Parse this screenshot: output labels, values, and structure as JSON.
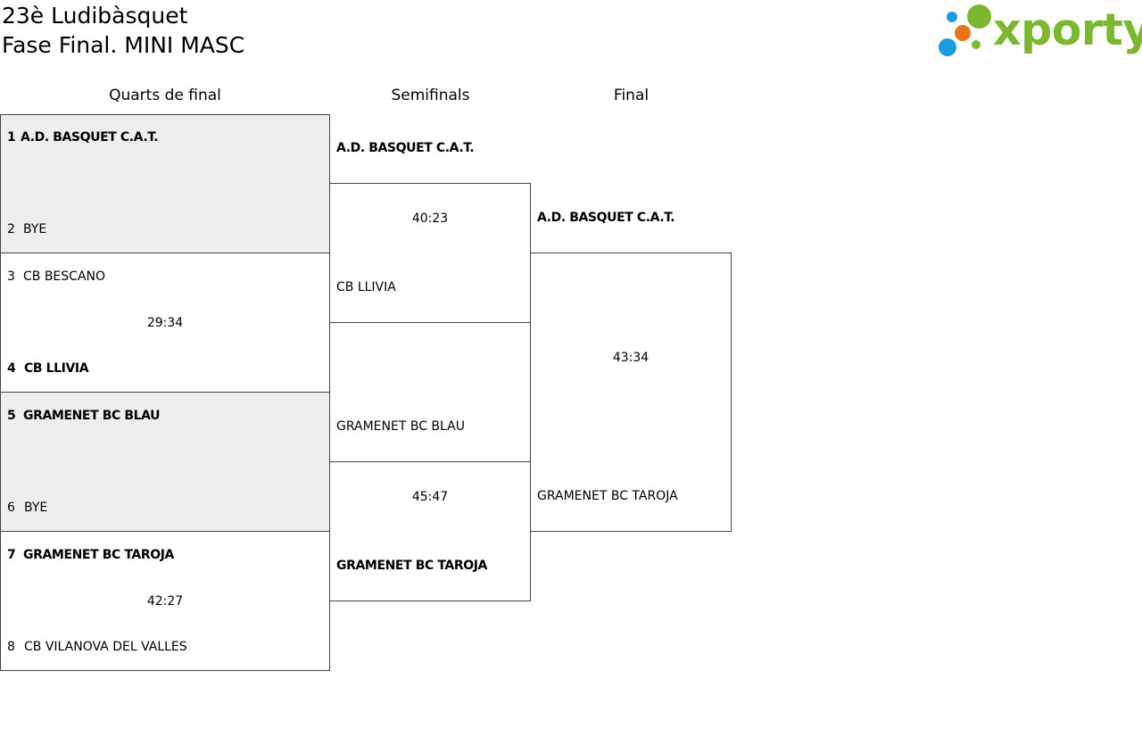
{
  "header": {
    "title_line1": "23è Ludibàsquet",
    "title_line2": "Fase Final. MINI MASC",
    "logo_text": "xporty",
    "logo_colors": {
      "dot1": "#1a9de0",
      "dot2": "#7cb82f",
      "dot3": "#e8761e",
      "dot4": "#1a9de0",
      "dot5": "#7cb82f",
      "text": "#7cb82f"
    }
  },
  "rounds": {
    "quarters": "Quarts de final",
    "semis": "Semifinals",
    "final": "Final"
  },
  "quarterfinals": [
    {
      "team1": {
        "seed": "1",
        "name": "A.D. BASQUET C.A.T."
      },
      "team2": {
        "seed": "2",
        "name": "BYE"
      },
      "score": ""
    },
    {
      "team1": {
        "seed": "3",
        "name": "CB BESCANO"
      },
      "team2": {
        "seed": "4",
        "name": "CB LLIVIA"
      },
      "score": "29:34"
    },
    {
      "team1": {
        "seed": "5",
        "name": "GRAMENET BC BLAU"
      },
      "team2": {
        "seed": "6",
        "name": "BYE"
      },
      "score": ""
    },
    {
      "team1": {
        "seed": "7",
        "name": "GRAMENET BC TAROJA"
      },
      "team2": {
        "seed": "8",
        "name": "CB VILANOVA DEL VALLES"
      },
      "score": "42:27"
    }
  ],
  "semifinals": [
    {
      "team1": "A.D. BASQUET C.A.T.",
      "team2": "CB LLIVIA",
      "score": "40:23"
    },
    {
      "team1": "GRAMENET BC BLAU",
      "team2": "GRAMENET BC TAROJA",
      "score": "45:47"
    }
  ],
  "final": {
    "team1": "A.D. BASQUET C.A.T.",
    "team2": "GRAMENET BC TAROJA",
    "score": "43:34"
  },
  "colors": {
    "bye_background": "#eeeeee",
    "border": "#444444"
  }
}
